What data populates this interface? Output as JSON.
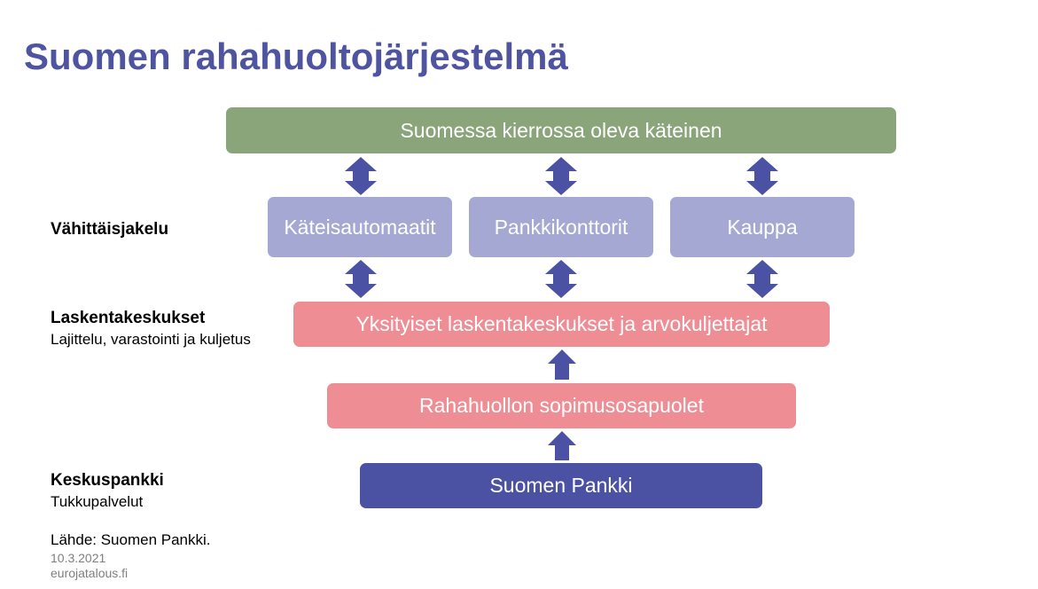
{
  "title": "Suomen rahahuoltojärjestelmä",
  "boxes": {
    "circulation": "Suomessa kierrossa oleva käteinen",
    "atm": "Käteisautomaatit",
    "branches": "Pankkikonttorit",
    "retail": "Kauppa",
    "cash_centres": "Yksityiset laskentakeskukset ja arvokuljettajat",
    "contract_parties": "Rahahuollon sopimusosapuolet",
    "central_bank": "Suomen Pankki"
  },
  "side_labels": {
    "retail_distribution": "Vähittäisjakelu",
    "cash_centres_title": "Laskentakeskukset",
    "cash_centres_sub": "Lajittelu, varastointi ja kuljetus",
    "central_bank_title": "Keskuspankki",
    "central_bank_sub": "Tukkupalvelut"
  },
  "footer": {
    "source": "Lähde: Suomen Pankki.",
    "date": "10.3.2021",
    "site": "eurojatalous.fi"
  },
  "colors": {
    "title": "#4f54a0",
    "green_box": "#8ba57b",
    "lavender_box": "#a4a8d3",
    "pink_box": "#ef8d95",
    "navy_box": "#4b52a3",
    "arrow": "#4b52a3"
  },
  "icons": {
    "double_arrow": "up-down-arrow-icon",
    "single_arrow": "up-arrow-icon"
  }
}
